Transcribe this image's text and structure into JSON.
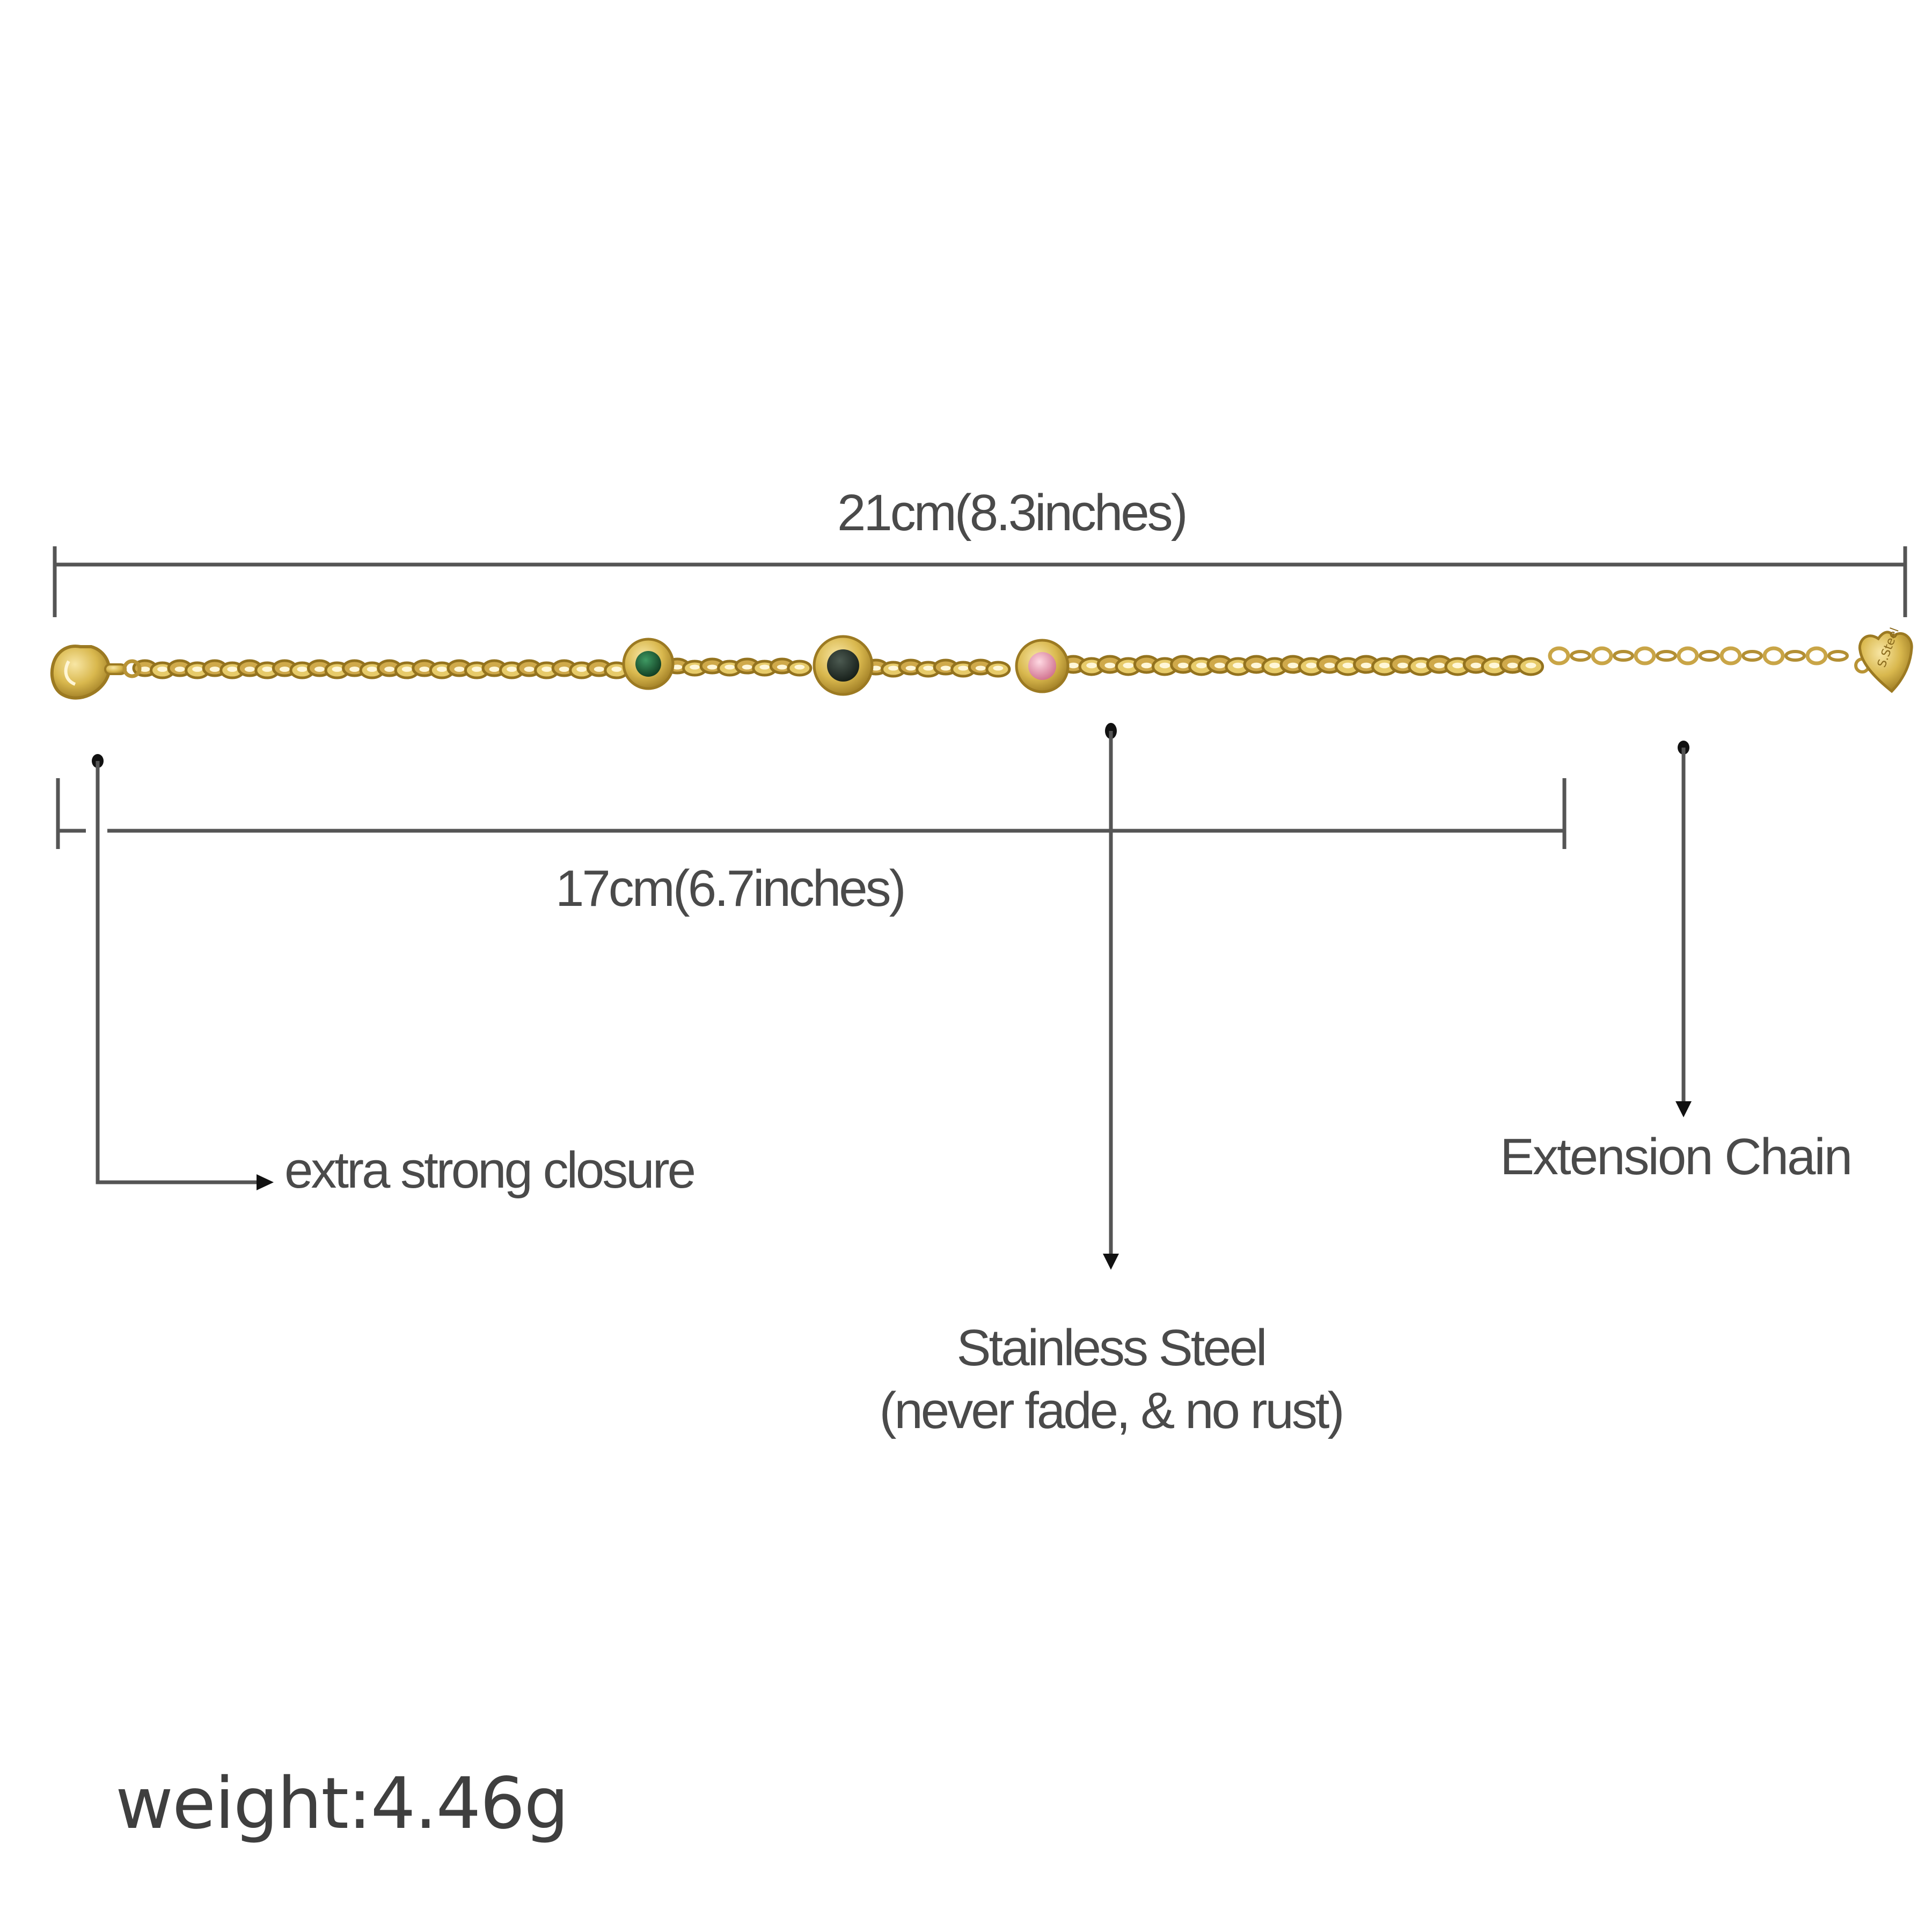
{
  "measurements": {
    "total_length": "21cm(8.3inches)",
    "wrist_length": "17cm(6.7inches)"
  },
  "callouts": {
    "closure": "extra strong closure",
    "steel_line1": "Stainless Steel",
    "steel_line2": "(never fade, & no rust)",
    "extension": "Extension Chain"
  },
  "weight": "weight:4.46g",
  "tag_engraving": "S.Steel",
  "colors": {
    "gold": "#d9b84e",
    "gold_dark": "#a9862a",
    "line": "#555555",
    "text": "#4a4a4a",
    "stone_green": "#1c5a34",
    "stone_dark": "#1f2d24",
    "stone_pink": "#e9a0b3"
  },
  "icons": [
    "lobster-clasp-icon",
    "heart-tag-icon",
    "bezel-stone-icon"
  ]
}
